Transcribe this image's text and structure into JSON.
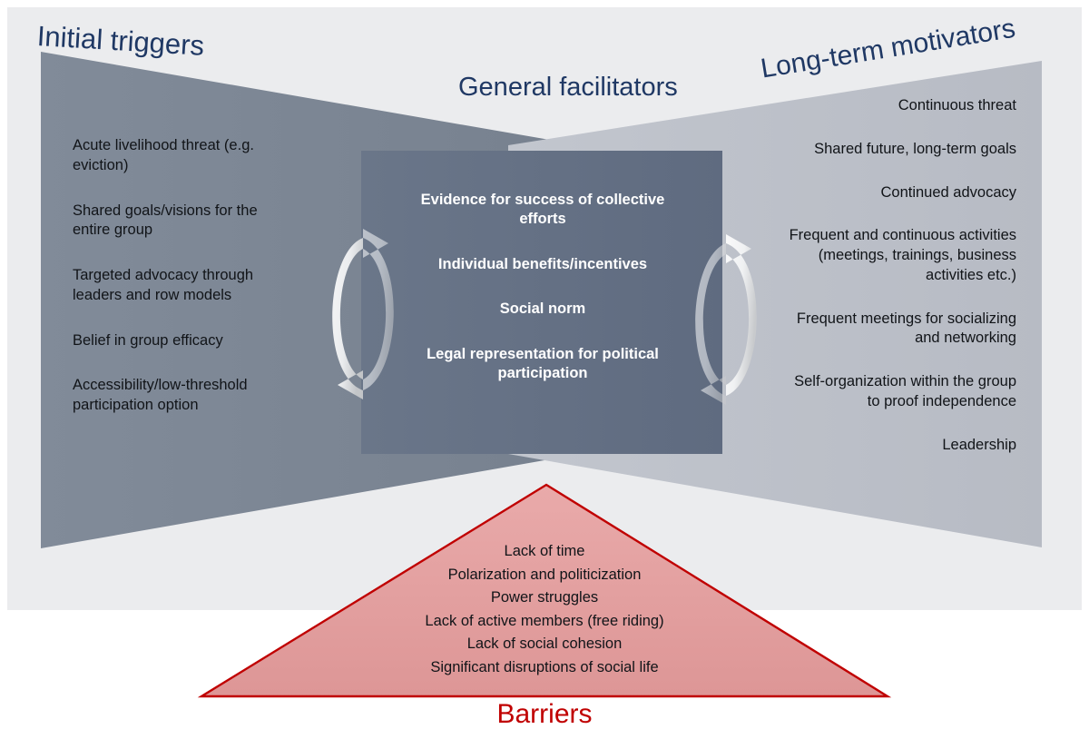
{
  "figure": {
    "background_color": "#ebecee",
    "title_color": "#1f3864",
    "barrier_color": "#c00000"
  },
  "panels": {
    "left": {
      "title": "Initial triggers",
      "fill": "#7c8694",
      "items": [
        "Acute livelihood threat (e.g. eviction)",
        "Shared goals/visions for the entire group",
        "Targeted advocacy through leaders and row models",
        "Belief in group efficacy",
        "Accessibility/low-threshold participation option"
      ]
    },
    "center": {
      "title": "General facilitators",
      "fill": "#63708a",
      "items": [
        "Evidence for success of collective efforts",
        "Individual benefits/incentives",
        "Social norm",
        "Legal representation for political participation"
      ]
    },
    "right": {
      "title": "Long-term motivators",
      "fill": "#bdc1ca",
      "items": [
        "Continuous threat",
        "Shared future, long-term goals",
        "Continued advocacy",
        "Frequent and continuous activities (meetings, trainings, business activities etc.)",
        "Frequent meetings for socializing and networking",
        "Self-organization within the group to proof independence",
        "Leadership"
      ]
    }
  },
  "barriers": {
    "title": "Barriers",
    "fill": "#e4a0a0",
    "stroke": "#c00000",
    "items": [
      "Lack of time",
      "Polarization and politicization",
      "Power struggles",
      "Lack of active members (free riding)",
      "Lack of social cohesion",
      "Significant disruptions of social life"
    ]
  },
  "icons": {
    "left_cycle": "cycle-arrows-icon",
    "right_cycle": "cycle-arrows-icon"
  }
}
